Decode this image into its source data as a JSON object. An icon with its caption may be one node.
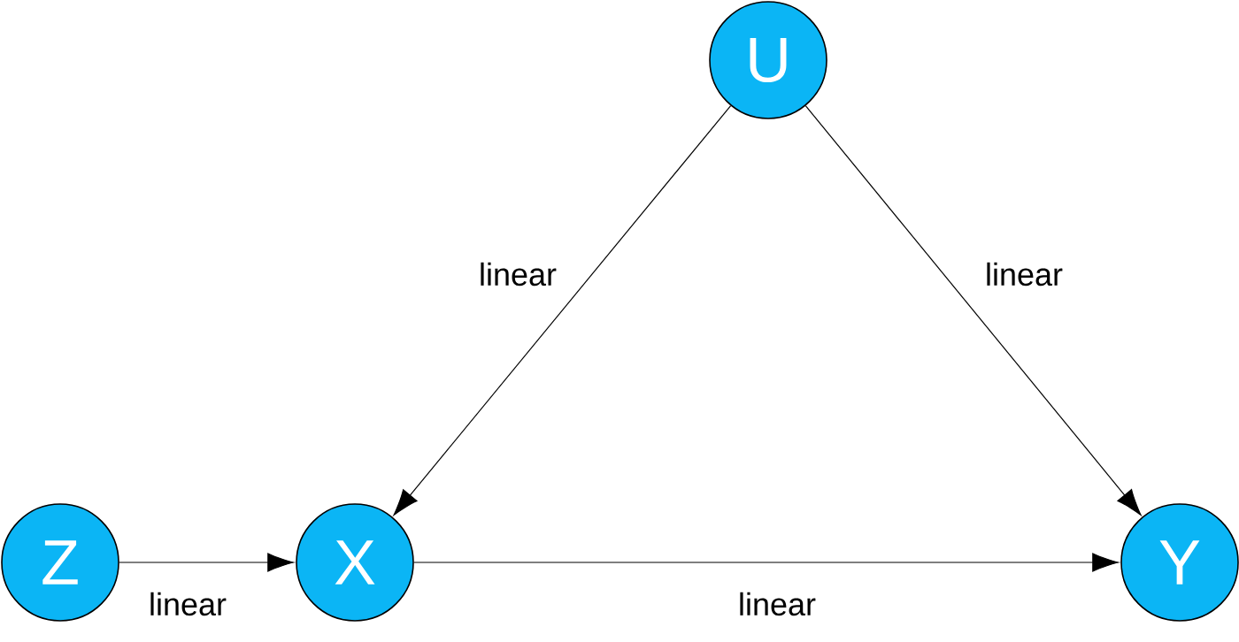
{
  "diagram": {
    "nodes": [
      {
        "text": [
          "U"
        ]
      },
      {
        "text": [
          "Z"
        ]
      },
      {
        "text": [
          "X"
        ]
      },
      {
        "text": [
          "Y"
        ]
      }
    ],
    "edges": [
      {
        "from": 0,
        "to": 2,
        "arrow": "to",
        "label": "linear"
      },
      {
        "from": 0,
        "to": 3,
        "arrow": "to",
        "label": "linear"
      },
      {
        "from": 1,
        "to": 2,
        "arrow": "to",
        "label": "linear"
      },
      {
        "from": 2,
        "to": 3,
        "arrow": "to",
        "label": "linear"
      }
    ]
  }
}
